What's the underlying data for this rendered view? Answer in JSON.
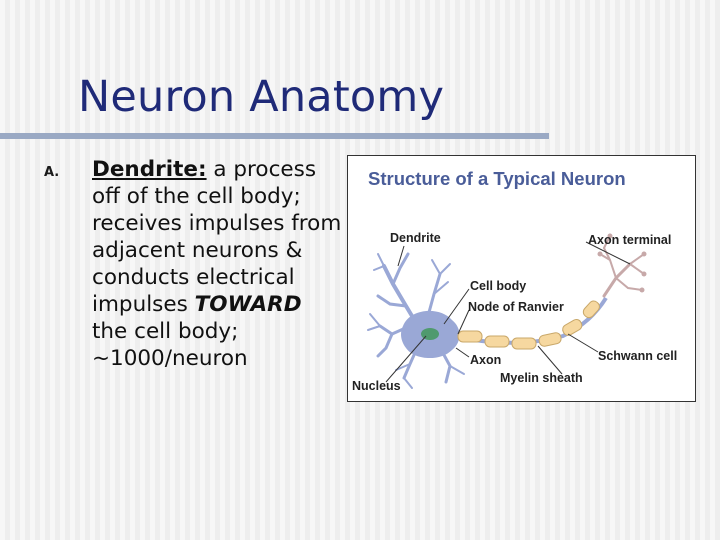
{
  "slide": {
    "title": "Neuron Anatomy",
    "bullet": {
      "marker": "A.",
      "term": "Dendrite:",
      "text_1": " a process off of the cell body; receives impulses from adjacent neurons & conducts electrical impulses ",
      "emphasis": "TOWARD",
      "text_2": " the cell body; ~1000/neuron"
    }
  },
  "figure": {
    "title": "Structure of a Typical Neuron",
    "labels": {
      "dendrite": "Dendrite",
      "axon_terminal": "Axon terminal",
      "cell_body": "Cell body",
      "node_of_ranvier": "Node of Ranvier",
      "axon": "Axon",
      "schwann_cell": "Schwann cell",
      "nucleus": "Nucleus",
      "myelin_sheath": "Myelin sheath"
    },
    "colors": {
      "title": "#4a5d99",
      "neuron": "#9aa8d6",
      "nucleus": "#4f9a6e",
      "myelin": "#f6d8a0",
      "terminal": "#c7a9a9"
    }
  }
}
